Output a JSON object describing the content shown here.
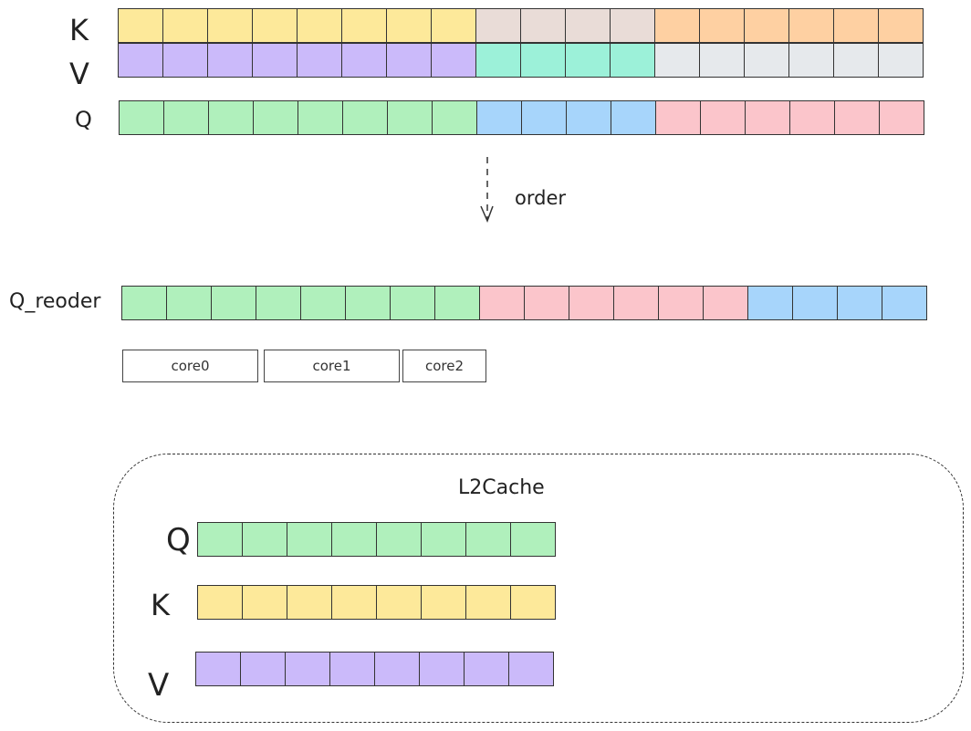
{
  "colors": {
    "yellow": "#fde99a",
    "purple": "#cbbafa",
    "green": "#b0f0bc",
    "blue": "#a7d5fb",
    "pink": "#fbc5cb",
    "beige": "#e9dcd7",
    "teal": "#9cf1d9",
    "orange": "#fed0a2",
    "gray": "#e6e9ec"
  },
  "top": {
    "k_label": "K",
    "v_label": "V",
    "q_label": "Q",
    "k_cells": [
      "yellow",
      "yellow",
      "yellow",
      "yellow",
      "yellow",
      "yellow",
      "yellow",
      "yellow",
      "beige",
      "beige",
      "beige",
      "beige",
      "orange",
      "orange",
      "orange",
      "orange",
      "orange",
      "orange"
    ],
    "v_cells": [
      "purple",
      "purple",
      "purple",
      "purple",
      "purple",
      "purple",
      "purple",
      "purple",
      "teal",
      "teal",
      "teal",
      "teal",
      "gray",
      "gray",
      "gray",
      "gray",
      "gray",
      "gray"
    ],
    "q_cells": [
      "green",
      "green",
      "green",
      "green",
      "green",
      "green",
      "green",
      "green",
      "blue",
      "blue",
      "blue",
      "blue",
      "pink",
      "pink",
      "pink",
      "pink",
      "pink",
      "pink"
    ]
  },
  "arrow": {
    "label": "order"
  },
  "reorder": {
    "label": "Q_reoder",
    "cells": [
      "green",
      "green",
      "green",
      "green",
      "green",
      "green",
      "green",
      "green",
      "pink",
      "pink",
      "pink",
      "pink",
      "pink",
      "pink",
      "blue",
      "blue",
      "blue",
      "blue"
    ],
    "cores": [
      "core0",
      "core1",
      "core2"
    ]
  },
  "cache": {
    "title": "L2Cache",
    "q_label": "Q",
    "k_label": "K",
    "v_label": "V",
    "q_cells": [
      "green",
      "green",
      "green",
      "green",
      "green",
      "green",
      "green",
      "green"
    ],
    "k_cells": [
      "yellow",
      "yellow",
      "yellow",
      "yellow",
      "yellow",
      "yellow",
      "yellow",
      "yellow"
    ],
    "v_cells": [
      "purple",
      "purple",
      "purple",
      "purple",
      "purple",
      "purple",
      "purple",
      "purple"
    ]
  }
}
